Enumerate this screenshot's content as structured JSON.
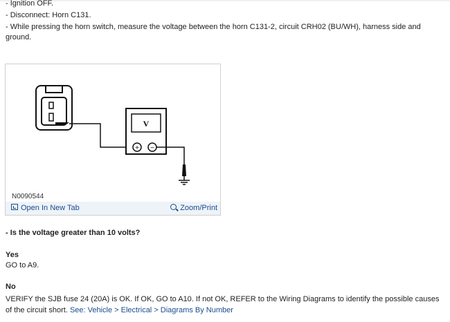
{
  "steps": [
    "- Ignition OFF.",
    "- Disconnect: Horn C131.",
    "- While pressing the horn switch, measure the voltage between the horn C131-2, circuit CRH02 (BU/WH), harness side and",
    "ground."
  ],
  "figure": {
    "meter_label": "V",
    "plus_symbol": "+",
    "minus_symbol": "−",
    "figure_id": "N0090544",
    "open_tab_label": "Open In New Tab",
    "zoom_label": "Zoom/Print"
  },
  "question": "- Is the voltage greater than 10 volts?",
  "yes": {
    "label": "Yes",
    "text": "GO to A9."
  },
  "no": {
    "label": "No",
    "text": "VERIFY the SJB fuse 24 (20A) is OK. If OK, GO to A10. If not OK, REFER to the Wiring Diagrams to identify the possible causes of the circuit short. ",
    "link": "See: Vehicle > Electrical > Diagrams By Number"
  },
  "colors": {
    "link": "#1a4b8c",
    "text": "#222222",
    "figure_bar": "#eef3f8"
  }
}
